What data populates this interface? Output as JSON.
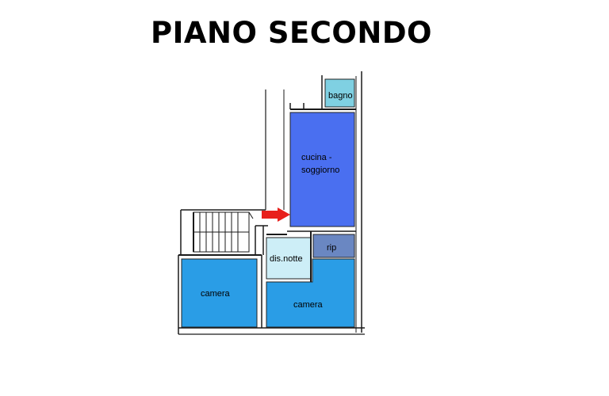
{
  "title": "PIANO SECONDO",
  "rooms": {
    "bagno": {
      "label": "bagno",
      "color": "#7fd0e2"
    },
    "cucina": {
      "label_line1": "cucina -",
      "label_line2": "soggiorno",
      "color": "#4a6ff0"
    },
    "rip": {
      "label": "rip",
      "color": "#6a87c2"
    },
    "disimpegno": {
      "label": "dis.notte",
      "color": "#cdeef7"
    },
    "camera_left": {
      "label": "camera",
      "color": "#2a9de6"
    },
    "camera_right": {
      "label": "camera",
      "color": "#2a9de6"
    }
  },
  "arrow": {
    "color": "#e8201c"
  }
}
